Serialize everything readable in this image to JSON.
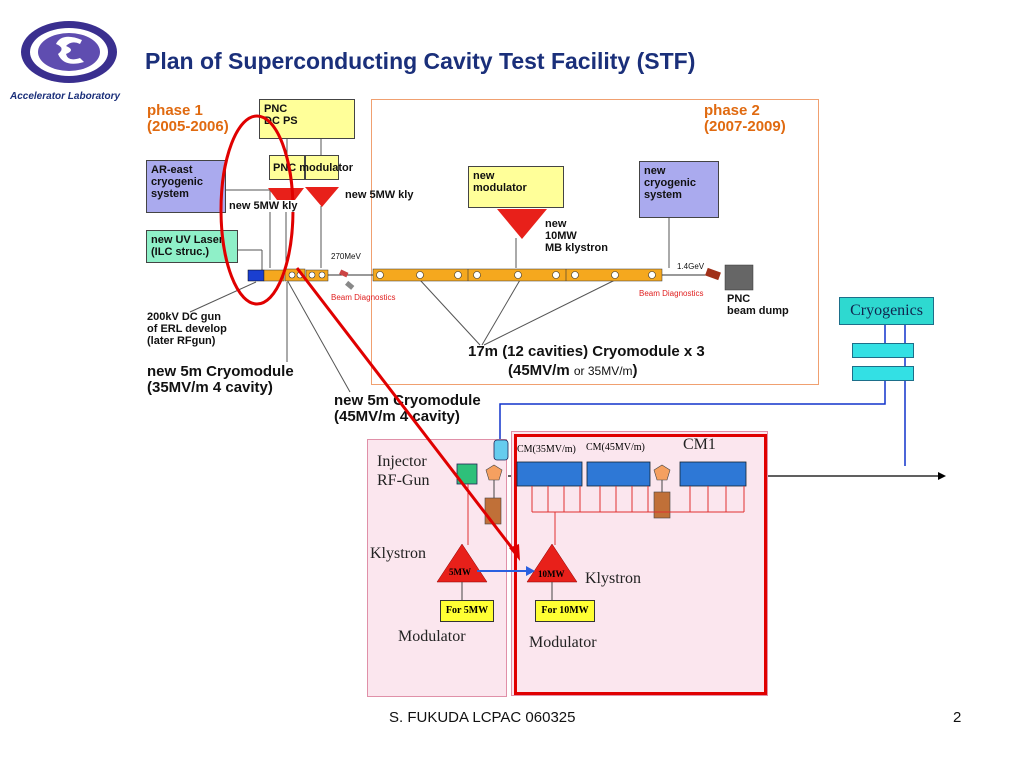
{
  "header": {
    "title": "Plan of Superconducting Cavity Test Facility (STF)",
    "lab_name": "Accelerator Laboratory"
  },
  "phases": {
    "phase1": {
      "name": "phase 1",
      "years": "(2005-2006)"
    },
    "phase2": {
      "name": "phase 2",
      "years": "(2007-2009)"
    }
  },
  "boxes": {
    "pnc_dc_ps": [
      "PNC",
      "DC PS"
    ],
    "pnc_modulator": "PNC modulator",
    "ar_east": [
      "AR-east",
      "cryogenic",
      "system"
    ],
    "uv_laser": [
      "new UV Laser",
      "(ILC struc.)"
    ],
    "new_modulator": [
      "new",
      "modulator"
    ],
    "new_cryogenic": [
      "new",
      "cryogenic",
      "system"
    ]
  },
  "labels": {
    "kly_left": "new 5MW kly",
    "kly_right": "new 5MW kly",
    "klystron_10mw": [
      "new",
      "10MW",
      "MB klystron"
    ],
    "energy_270": "270MeV",
    "energy_14": "1.4GeV",
    "beam_diag_1": "Beam Diagnostics",
    "beam_diag_2": "Beam Diagnostics",
    "beam_dump": [
      "PNC",
      "beam dump"
    ],
    "dc_gun": [
      "200kV DC gun",
      "of ERL develop",
      "(later RFgun)"
    ],
    "cryomodule_35": [
      "new 5m Cryomodule",
      "(35MV/m 4 cavity)"
    ],
    "cryomodule_45": [
      "new 5m Cryomodule",
      "(45MV/m 4 cavity)"
    ],
    "cryomodule_17m_a": "17m (12 cavities) Cryomodule  x  3",
    "cryomodule_17m_b1": "(45MV/m ",
    "cryomodule_17m_b2": "or 35MV/m",
    "cryomodule_17m_b3": ")"
  },
  "lower": {
    "cryogenics": "Cryogenics",
    "injector": [
      "Injector",
      "RF-Gun"
    ],
    "klystron_left": "Klystron",
    "klystron_right": "Klystron",
    "kly_5mw": "5MW",
    "kly_10mw": "10MW",
    "for_5mw": "For 5MW",
    "for_10mw": "For 10MW",
    "modulator_left": "Modulator",
    "modulator_right": "Modulator",
    "cm_35": "CM(35MV/m)",
    "cm_45": "CM(45MV/m)",
    "cm1": "CM1"
  },
  "footer": {
    "presenter": "S. FUKUDA LCPAC 060325",
    "page": "2"
  },
  "colors": {
    "title": "#1a2f7a",
    "phase": "#e06a10",
    "klystron_red": "#e8201a",
    "beamline": "#f5a81e",
    "cryomodule_blue": "#2e78d6",
    "highlight_red": "#e00000"
  }
}
